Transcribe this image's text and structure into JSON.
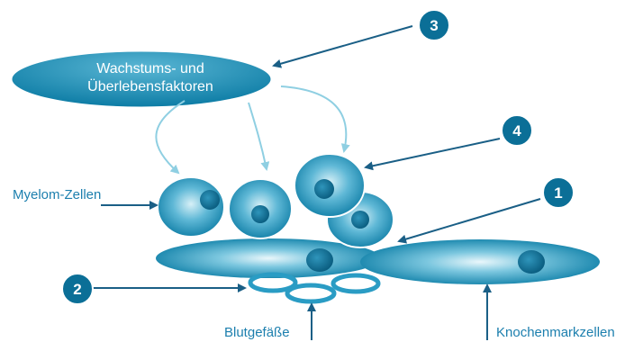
{
  "diagram": {
    "factor_label_line1": "Wachstums- und",
    "factor_label_line2": "Überlebensfaktoren",
    "label_myeloma": "Myelom-Zellen",
    "label_vessels": "Blutgefäße",
    "label_marrow": "Knochenmarkzellen",
    "badges": [
      "1",
      "2",
      "3",
      "4"
    ]
  },
  "colors": {
    "cell_dark": "#0a7aa3",
    "cell_light": "#a9dcec",
    "nucleus": "#0c6e93",
    "arrow_dark": "#1a5f86",
    "arrow_light": "#8fcfe2",
    "badge": "#0b6f97",
    "text_blue": "#1c7fae"
  }
}
